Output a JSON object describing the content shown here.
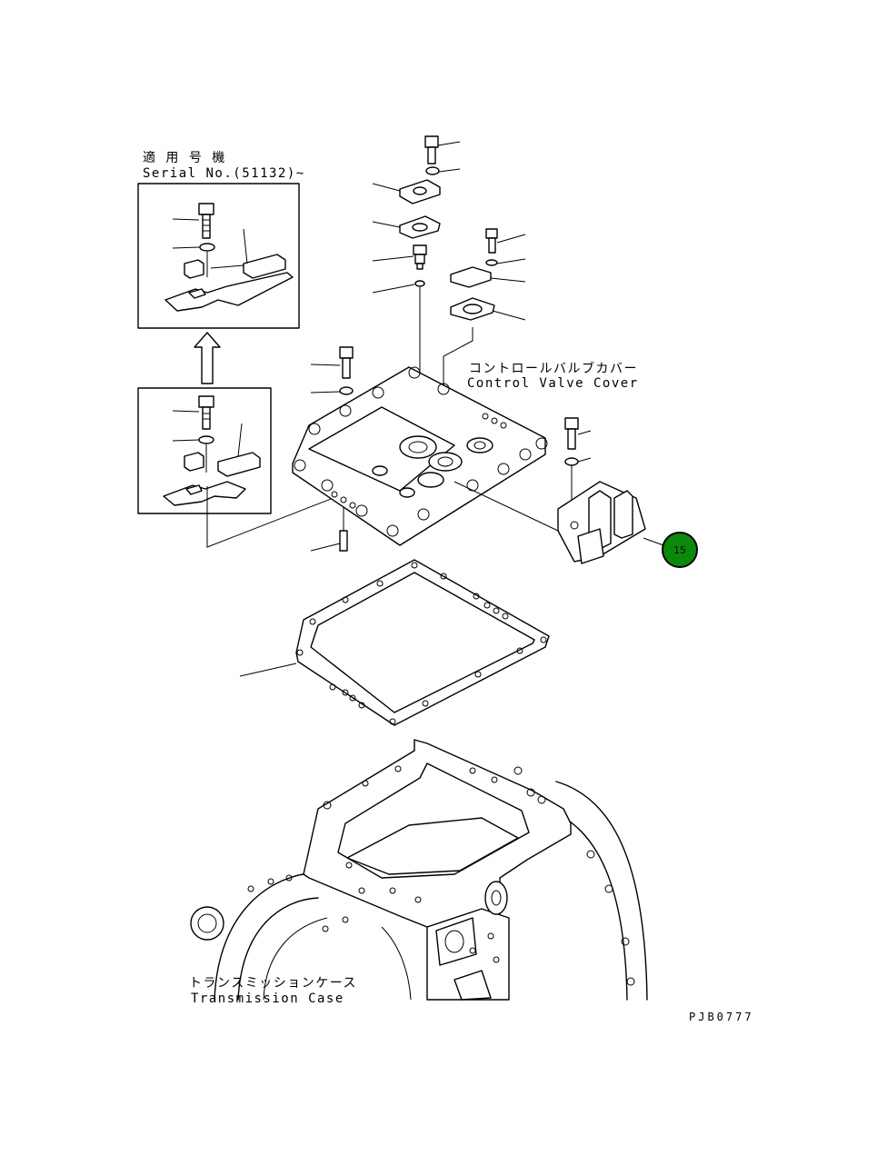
{
  "inset_label": {
    "japanese": "適 用 号 機",
    "serial": "Serial No.(51132)~"
  },
  "control_valve_cover": {
    "japanese": "コントロールバルブカバー",
    "english": "Control Valve Cover"
  },
  "transmission_case": {
    "japanese": "トランスミッションケース",
    "english": "Transmission Case"
  },
  "callout": {
    "number": "15",
    "fill_color": "#0a8a0a"
  },
  "drawing_code": "PJB0777"
}
